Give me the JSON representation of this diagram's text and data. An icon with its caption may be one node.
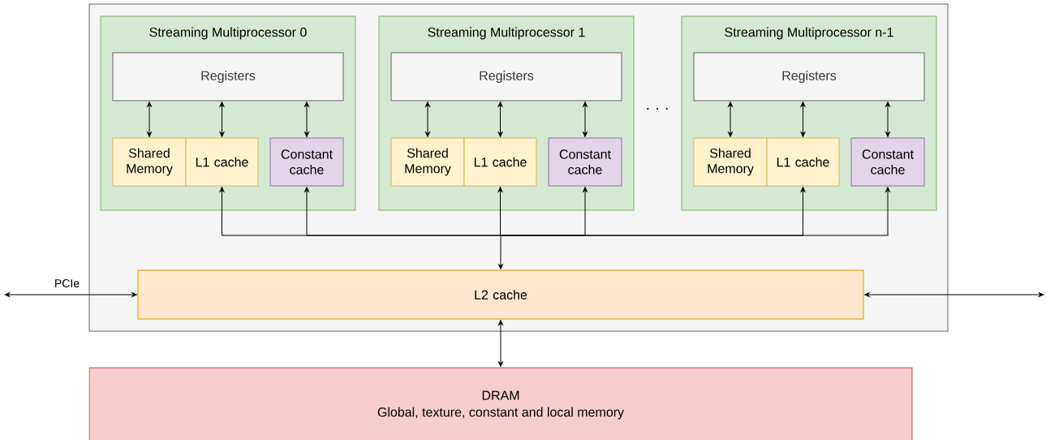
{
  "diagram": {
    "nodes": [
      {
        "text": [],
        "shape": "box"
      },
      {
        "text": [
          "Streaming Multiprocessor 0"
        ],
        "in": 0
      },
      {
        "text": [
          "Registers"
        ],
        "in": 1
      },
      {
        "text": [
          "Shared Memory"
        ],
        "in": 1
      },
      {
        "text": [
          "L1 cache"
        ],
        "in": 1
      },
      {
        "text": [
          "Constant cache"
        ],
        "in": 1
      },
      {
        "text": [
          "Streaming Multiprocessor 1"
        ],
        "in": 0
      },
      {
        "text": [
          "Registers"
        ],
        "in": 6
      },
      {
        "text": [
          "Shared Memory"
        ],
        "in": 6
      },
      {
        "text": [
          "L1 cache"
        ],
        "in": 6
      },
      {
        "text": [
          "Constant cache"
        ],
        "in": 6
      },
      {
        "text": [
          "Streaming Multiprocessor n-1"
        ],
        "in": 0
      },
      {
        "text": [
          "Registers"
        ],
        "in": 11
      },
      {
        "text": [
          "Shared Memory"
        ],
        "in": 11
      },
      {
        "text": [
          "L1 cache"
        ],
        "in": 11
      },
      {
        "text": [
          "Constant cache"
        ],
        "in": 11
      },
      {
        "text": [
          "L2 cache"
        ],
        "in": 0
      },
      {
        "text": [
          "DRAM",
          "Global, texture, constant and local memory"
        ]
      }
    ],
    "edges": [
      {
        "from": 2,
        "to": 3,
        "arrow": "both"
      },
      {
        "from": 2,
        "to": 4,
        "arrow": "both"
      },
      {
        "from": 2,
        "to": 5,
        "arrow": "both"
      },
      {
        "from": 7,
        "to": 8,
        "arrow": "both"
      },
      {
        "from": 7,
        "to": 9,
        "arrow": "both"
      },
      {
        "from": 7,
        "to": 10,
        "arrow": "both"
      },
      {
        "from": 12,
        "to": 13,
        "arrow": "both"
      },
      {
        "from": 12,
        "to": 14,
        "arrow": "both"
      },
      {
        "from": 12,
        "to": 15,
        "arrow": "both"
      },
      {
        "from": 16,
        "to": 4,
        "arrow": "both"
      },
      {
        "from": 16,
        "to": 5,
        "arrow": "both"
      },
      {
        "from": 16,
        "to": 9,
        "arrow": "both"
      },
      {
        "from": 16,
        "to": 10,
        "arrow": "both"
      },
      {
        "from": 16,
        "to": 14,
        "arrow": "both"
      },
      {
        "from": 16,
        "to": 15,
        "arrow": "both"
      },
      {
        "from": 16,
        "to": 17,
        "arrow": "both"
      },
      {
        "from": null,
        "to": 16,
        "arrow": "both",
        "label": "PCIe"
      },
      {
        "from": 16,
        "to": null,
        "arrow": "both"
      }
    ],
    "labels": [
      ". . ."
    ]
  }
}
